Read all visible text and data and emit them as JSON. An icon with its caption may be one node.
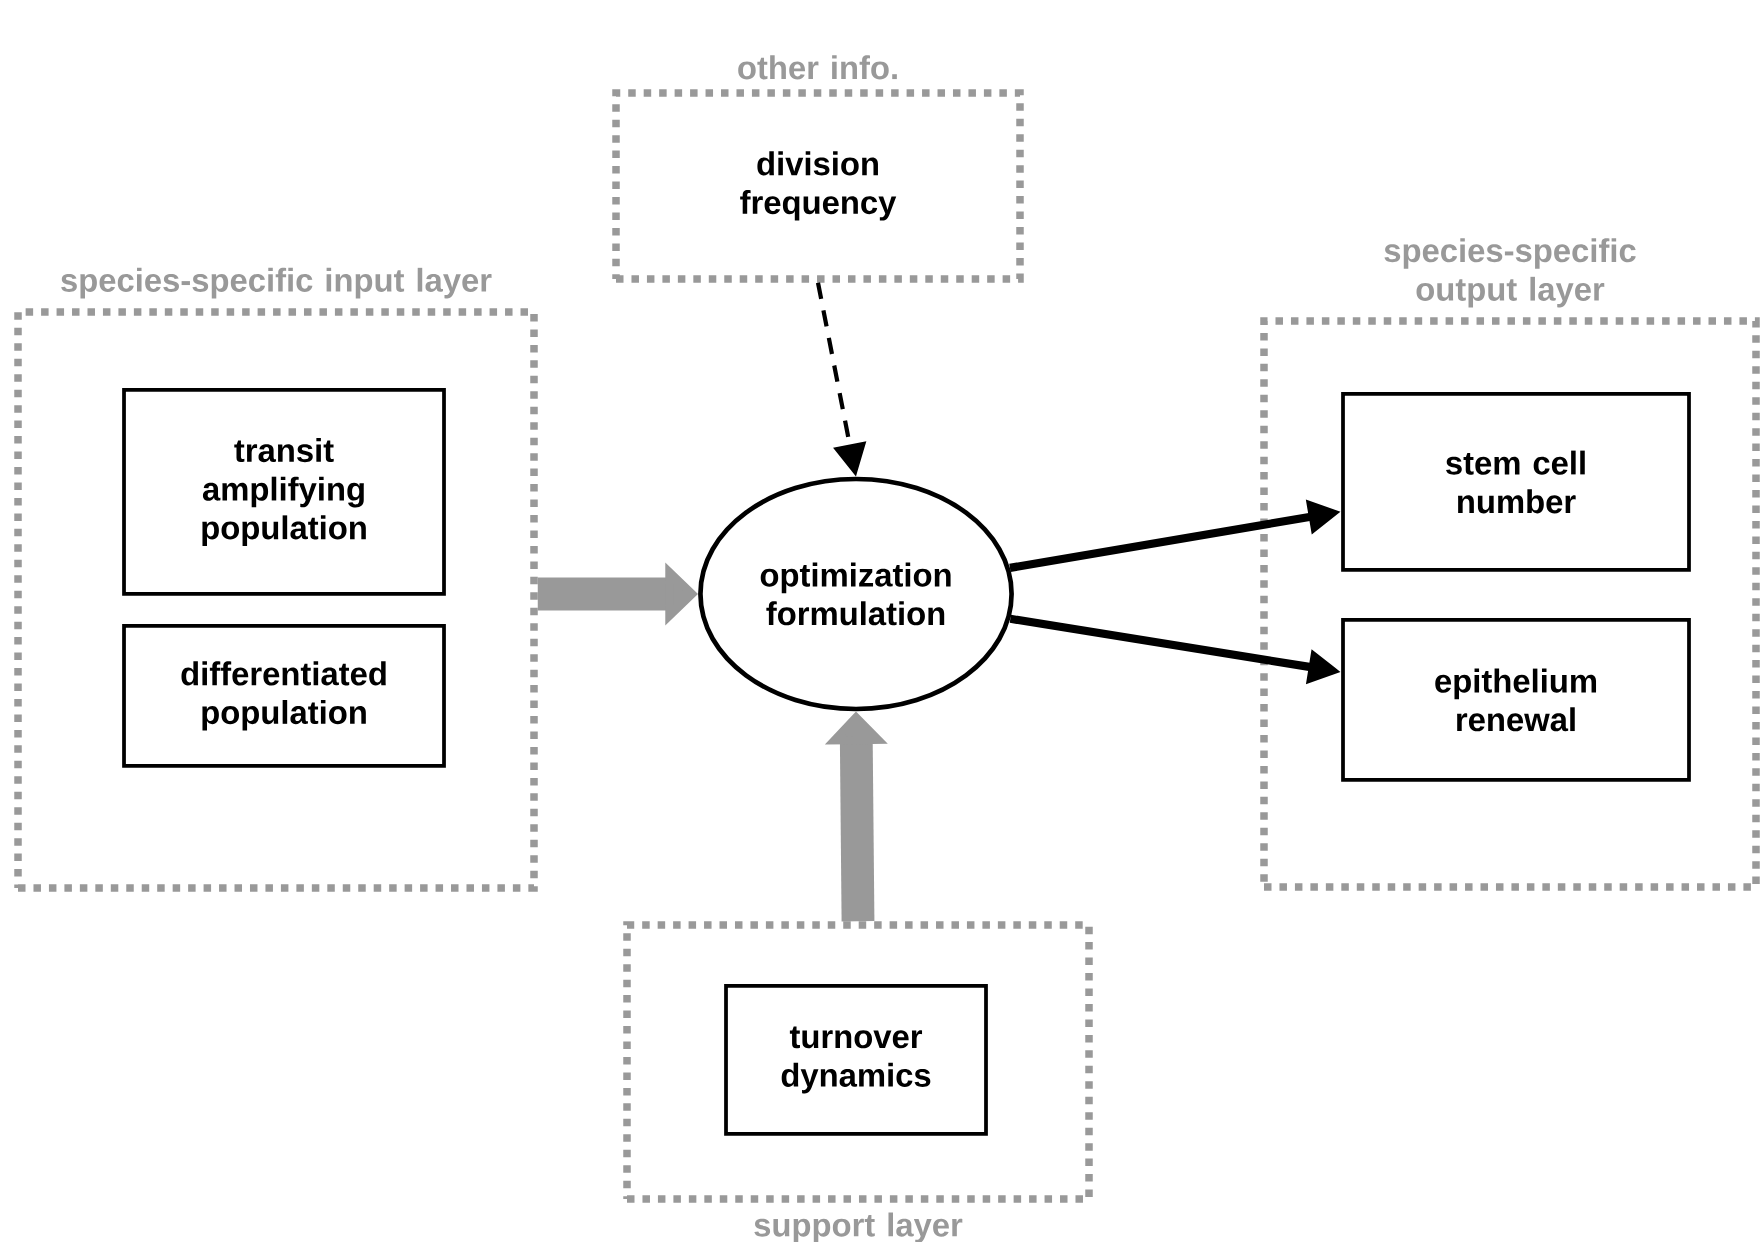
{
  "diagram": {
    "nodes": [
      {
        "text": [
          "species-specific input layer"
        ]
      },
      {
        "text": [
          "transit amplifying population"
        ],
        "in": 0
      },
      {
        "text": [
          "differentiated population"
        ],
        "in": 0
      },
      {
        "text": [
          "other info.",
          "division frequency"
        ]
      },
      {
        "text": [
          "optimization formulation"
        ]
      },
      {
        "text": [
          "species-specific output layer"
        ]
      },
      {
        "text": [
          "stem cell number"
        ],
        "in": 5
      },
      {
        "text": [
          "epithelium renewal"
        ],
        "in": 5
      },
      {
        "text": [
          "support layer"
        ]
      },
      {
        "text": [
          "turnover dynamics"
        ],
        "in": 8
      }
    ],
    "edges": [
      {
        "from": 0,
        "to": 4,
        "arrow": "to",
        "style": "thick",
        "color": "#999999"
      },
      {
        "from": 3,
        "to": 4,
        "arrow": "to",
        "style": "dashed"
      },
      {
        "from": 4,
        "to": 6,
        "arrow": "to"
      },
      {
        "from": 4,
        "to": 7,
        "arrow": "to"
      },
      {
        "from": 8,
        "to": 4,
        "arrow": "to",
        "style": "thick",
        "color": "#999999"
      }
    ]
  }
}
